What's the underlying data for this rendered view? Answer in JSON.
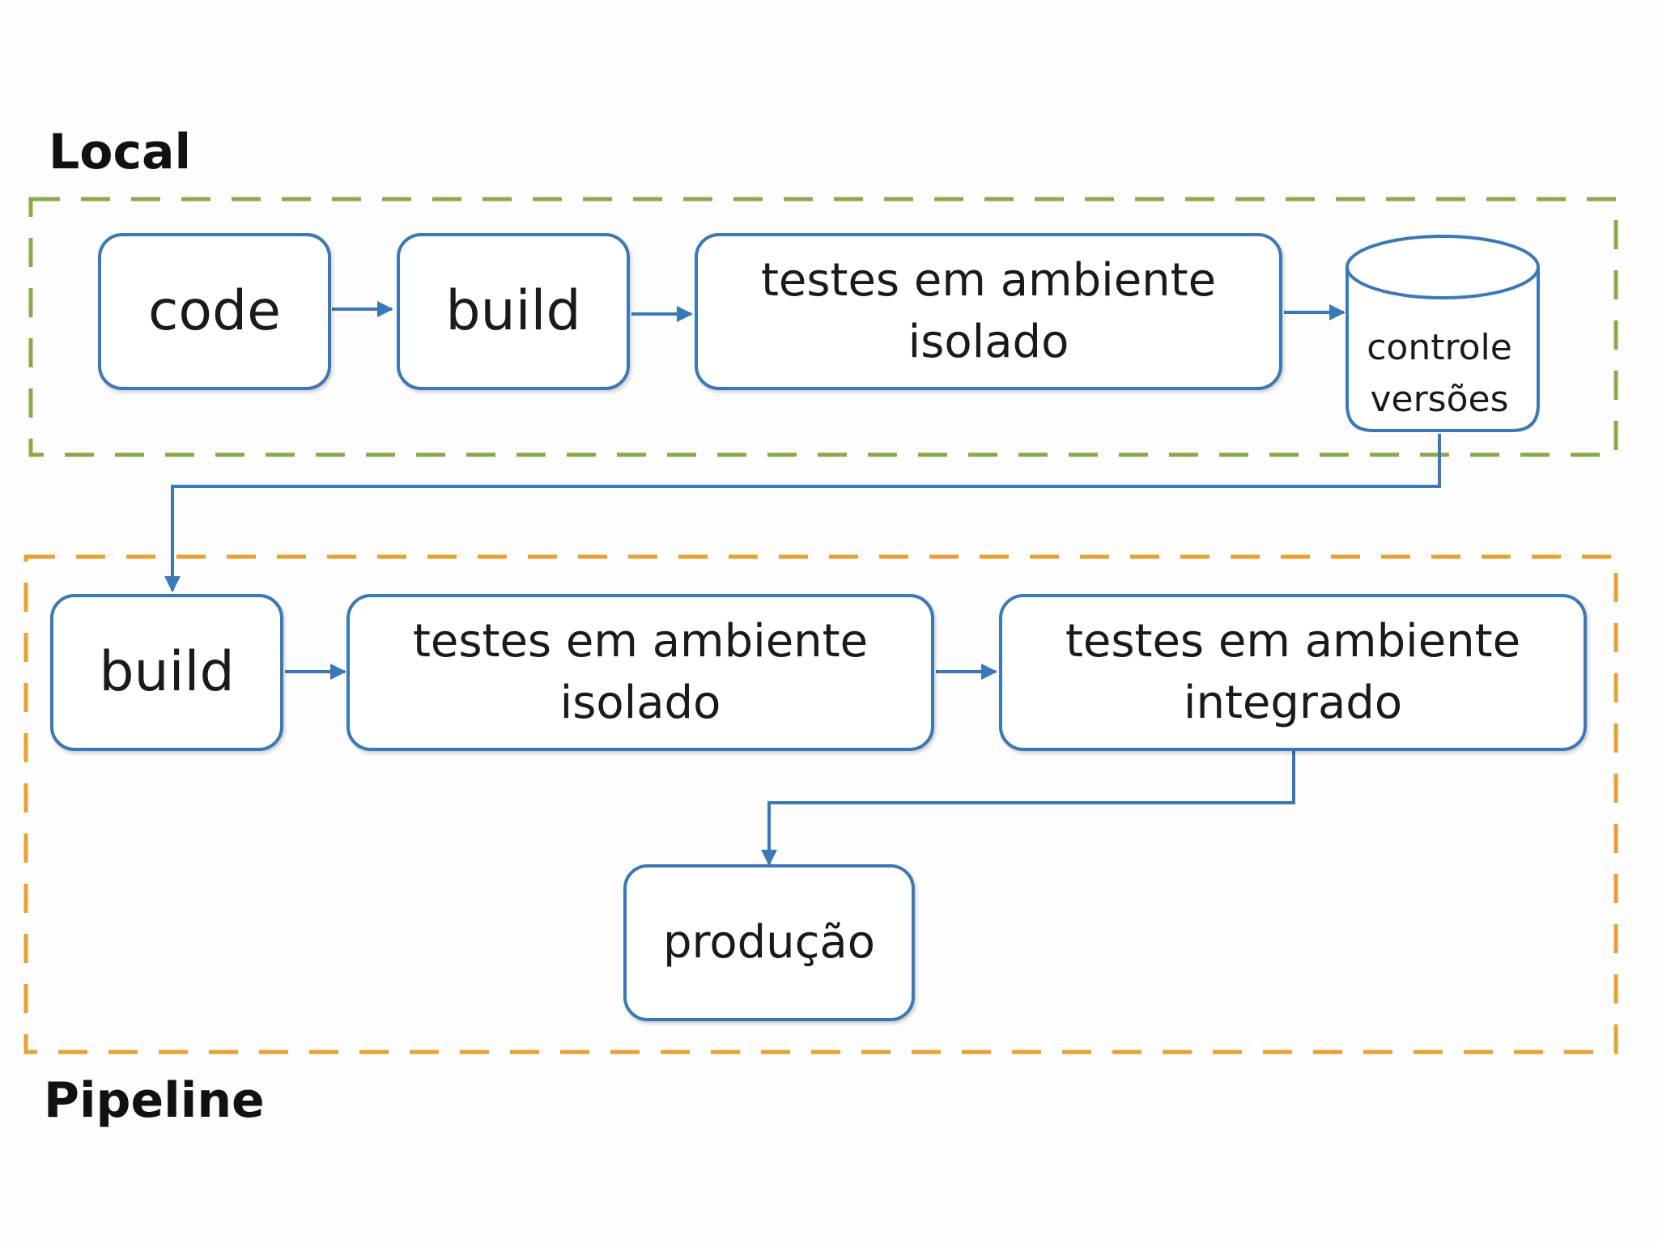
{
  "sections": {
    "local_title": "Local",
    "pipeline_title": "Pipeline"
  },
  "local": {
    "code": "code",
    "build": "build",
    "tests_isolated": [
      "testes em ambiente",
      "isolado"
    ],
    "version_control": [
      "controle",
      "versões"
    ]
  },
  "pipeline": {
    "build": "build",
    "tests_isolated": [
      "testes em ambiente",
      "isolado"
    ],
    "tests_integrated": [
      "testes em ambiente",
      "integrado"
    ],
    "production": "produção"
  },
  "colors": {
    "local_border": "#8aaa4a",
    "pipeline_border": "#e8a030",
    "box_border": "#3a78b8",
    "arrow": "#3a78b8"
  }
}
